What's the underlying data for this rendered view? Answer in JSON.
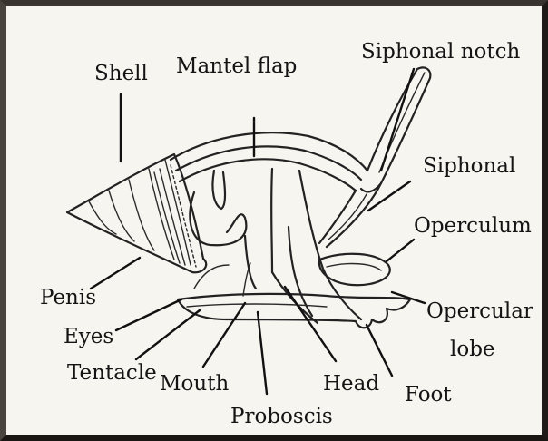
{
  "labels": {
    "shell": "Shell",
    "mantel_flap": "Mantel flap",
    "siphonal_notch": "Siphonal notch",
    "siphonal": "Siphonal",
    "operculum": "Operculum",
    "opercular": "Opercular",
    "lobe": "lobe",
    "penis": "Penis",
    "eyes": "Eyes",
    "tentacle": "Tentacle",
    "mouth": "Mouth",
    "head": "Head",
    "foot": "Foot",
    "proboscis": "Proboscis"
  },
  "colors": {
    "ink": "#141414",
    "frame": "#2c2622",
    "paper": "#f7f5ef",
    "shell_shade": "#d9d6cc"
  }
}
